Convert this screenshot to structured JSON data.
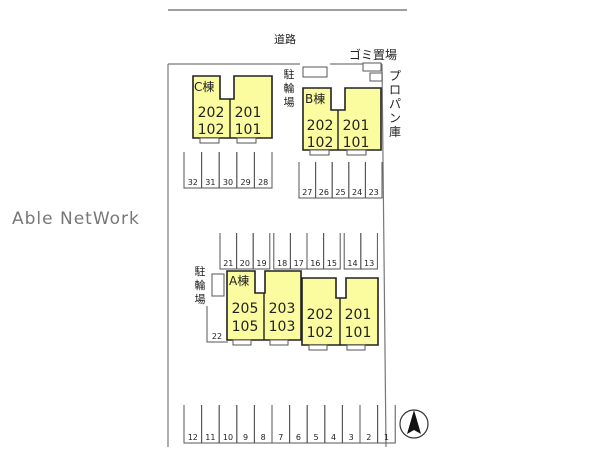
{
  "road_label": "道路",
  "trash_label": "ゴミ置場",
  "propane_label": [
    "プ",
    "ロ",
    "パ",
    "ン",
    "庫"
  ],
  "bike_label": [
    "駐",
    "輪",
    "場"
  ],
  "watermark": "Able NetWork",
  "colors": {
    "building_fill": "#fbfba0",
    "line": "#555555",
    "dark": "#222222"
  },
  "buildings": {
    "C": {
      "name": "C棟",
      "units": [
        [
          "202",
          "102"
        ],
        [
          "201",
          "101"
        ]
      ]
    },
    "B": {
      "name": "B棟",
      "units": [
        [
          "202",
          "102"
        ],
        [
          "201",
          "101"
        ]
      ]
    },
    "A": {
      "name": "A棟",
      "units": [
        [
          "205",
          "105"
        ],
        [
          "203",
          "103"
        ],
        [
          "202",
          "102"
        ],
        [
          "201",
          "101"
        ]
      ]
    }
  },
  "parking": {
    "row_c": [
      "32",
      "31",
      "30",
      "29",
      "28"
    ],
    "row_b": [
      "27",
      "26",
      "25",
      "24",
      "23"
    ],
    "row_mid": [
      "21",
      "20",
      "19",
      "18",
      "17",
      "16",
      "15",
      "14",
      "13"
    ],
    "lone": "22",
    "row_bottom": [
      "12",
      "11",
      "10",
      "9",
      "8",
      "7",
      "6",
      "5",
      "4",
      "3",
      "2",
      "1"
    ]
  },
  "north_icon": "north-arrow-icon"
}
